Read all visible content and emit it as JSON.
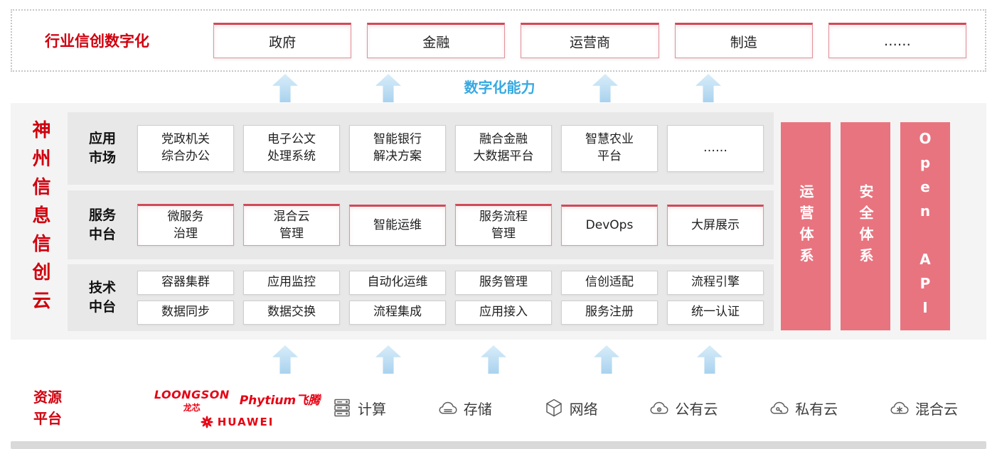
{
  "colors": {
    "brand_red": "#cf000e",
    "logo_red": "#e60012",
    "pillar_pink": "#e8747f",
    "capability_blue": "#36a9e1",
    "arrow_blue": "#a9d2ee"
  },
  "industry": {
    "label": "行业信创数字化",
    "items": [
      "政府",
      "金融",
      "运营商",
      "制造",
      "……"
    ]
  },
  "capability": {
    "label": "数字化能力"
  },
  "cloud": {
    "title": "神州信息信创云",
    "app_market": {
      "label": "应用\n市场",
      "items": [
        "党政机关\n综合办公",
        "电子公文\n处理系统",
        "智能银行\n解决方案",
        "融合金融\n大数据平台",
        "智慧农业\n平台",
        "……"
      ]
    },
    "service_platform": {
      "label": "服务\n中台",
      "items": [
        "微服务\n治理",
        "混合云\n管理",
        "智能运维",
        "服务流程\n管理",
        "DevOps",
        "大屏展示"
      ]
    },
    "tech_platform": {
      "label": "技术\n中台",
      "row1": [
        "容器集群",
        "应用监控",
        "自动化运维",
        "服务管理",
        "信创适配",
        "流程引擎"
      ],
      "row2": [
        "数据同步",
        "数据交换",
        "流程集成",
        "应用接入",
        "服务注册",
        "统一认证"
      ]
    },
    "pillars": [
      "运营体系",
      "安全体系",
      "Open API"
    ]
  },
  "resources": {
    "label": "资源\n平台",
    "logos": {
      "loongson": "LOONGSON",
      "loongson_cn": "龙芯",
      "phytium": "Phytium飞腾",
      "huawei": "HUAWEI"
    },
    "items": [
      {
        "icon": "compute-server-icon",
        "label": "计算"
      },
      {
        "icon": "storage-cloud-icon",
        "label": "存储"
      },
      {
        "icon": "network-cube-icon",
        "label": "网络"
      },
      {
        "icon": "public-cloud-icon",
        "label": "公有云"
      },
      {
        "icon": "private-cloud-icon",
        "label": "私有云"
      },
      {
        "icon": "hybrid-cloud-icon",
        "label": "混合云"
      }
    ]
  }
}
